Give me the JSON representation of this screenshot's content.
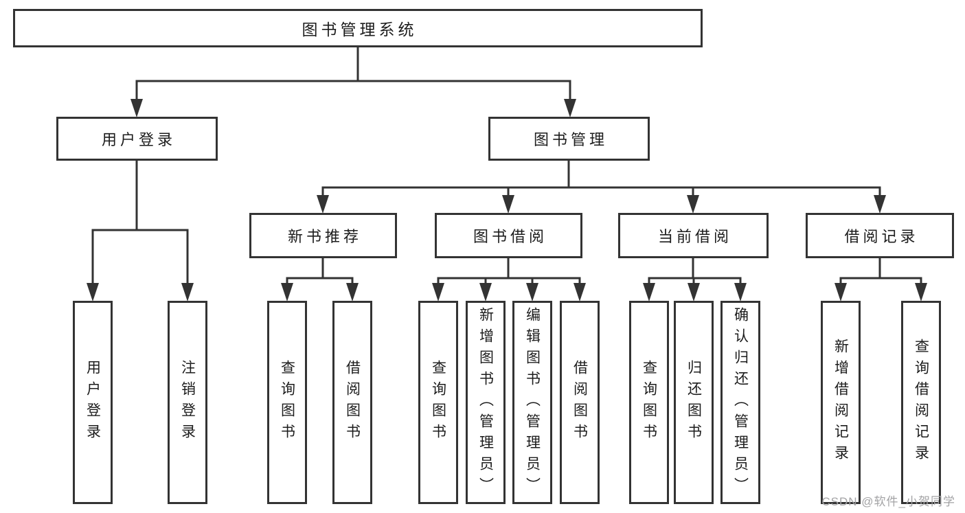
{
  "diagram": {
    "type": "hierarchy-tree",
    "nodes": {
      "root": "图书管理系统",
      "user_login": "用户登录",
      "book_management": "图书管理",
      "new_book_recommend": "新书推荐",
      "book_borrow": "图书借阅",
      "current_borrow": "当前借阅",
      "borrow_records": "借阅记录",
      "leaf_user_login": "用户登录",
      "leaf_logout": "注销登录",
      "leaf_query_books_recommend": "查询图书",
      "leaf_borrow_books_recommend": "借阅图书",
      "leaf_query_books_borrow": "查询图书",
      "leaf_add_book_admin": "新增图书（管理员）",
      "leaf_edit_book_admin": "编辑图书（管理员）",
      "leaf_borrow_books_borrow": "借阅图书",
      "leaf_query_books_current": "查询图书",
      "leaf_return_book": "归还图书",
      "leaf_confirm_return_admin": "确认归还（管理员）",
      "leaf_add_borrow_record": "新增借阅记录",
      "leaf_query_borrow_record": "查询借阅记录"
    },
    "hierarchy": {
      "图书管理系统": {
        "用户登录": [
          "用户登录",
          "注销登录"
        ],
        "图书管理": {
          "新书推荐": [
            "查询图书",
            "借阅图书"
          ],
          "图书借阅": [
            "查询图书",
            "新增图书（管理员）",
            "编辑图书（管理员）",
            "借阅图书"
          ],
          "当前借阅": [
            "查询图书",
            "归还图书",
            "确认归还（管理员）"
          ],
          "借阅记录": [
            "新增借阅记录",
            "查询借阅记录"
          ]
        }
      }
    }
  },
  "watermark": "CSDN @软件_小贺同学",
  "colors": {
    "line": "#333333",
    "box_border": "#333333",
    "text": "#1c1c1c",
    "watermark": "#a3a3a5",
    "background": "#ffffff"
  }
}
